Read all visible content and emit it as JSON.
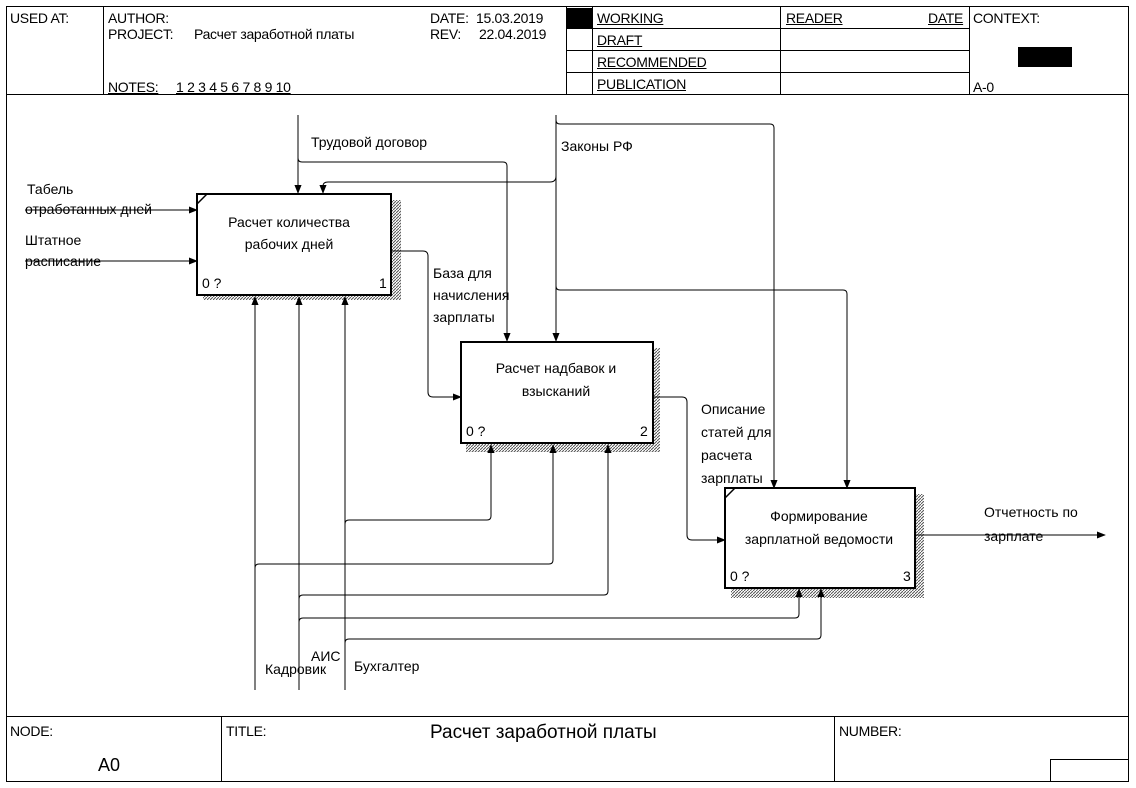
{
  "header": {
    "used_at_label": "USED AT:",
    "author_label": "AUTHOR:",
    "project_label": "PROJECT:",
    "project_value": "Расчет заработной платы",
    "date_label": "DATE:",
    "date_value": "15.03.2019",
    "rev_label": "REV:",
    "rev_value": "22.04.2019",
    "notes_label": "NOTES:",
    "notes_value": "1 2 3 4 5 6 7 8 9 10",
    "status": [
      "WORKING",
      "DRAFT",
      "RECOMMENDED",
      "PUBLICATION"
    ],
    "reader_label": "READER",
    "reader_date_label": "DATE",
    "context_label": "CONTEXT:",
    "context_node": "A-0"
  },
  "boxes": [
    {
      "title_line1": "Расчет количества",
      "title_line2": "рабочих дней",
      "cost": "0 ?",
      "number": "1"
    },
    {
      "title_line1": "Расчет надбавок и",
      "title_line2": "взысканий",
      "cost": "0 ?",
      "number": "2"
    },
    {
      "title_line1": "Формирование",
      "title_line2": "зарплатной ведомости",
      "cost": "0 ?",
      "number": "3"
    }
  ],
  "arrows": {
    "tabel_line1": "Табель",
    "tabel_line2": "отработанных дней",
    "shtat_line1": "Штатное",
    "shtat_line2": "расписание",
    "contract": "Трудовой договор",
    "laws": "Законы РФ",
    "base_line1": "База для",
    "base_line2": "начисления",
    "base_line3": "зарплаты",
    "desc_line1": "Описание",
    "desc_line2": "статей для",
    "desc_line3": "расчета",
    "desc_line4": "зарплаты",
    "report_line1": "Отчетность по",
    "report_line2": "зарплате",
    "kadrovik": "Кадровик",
    "ais": "АИС",
    "buh": "Бухгалтер"
  },
  "footer": {
    "node_label": "NODE:",
    "node_value": "A0",
    "title_label": "TITLE:",
    "title_value": "Расчет заработной платы",
    "number_label": "NUMBER:"
  }
}
